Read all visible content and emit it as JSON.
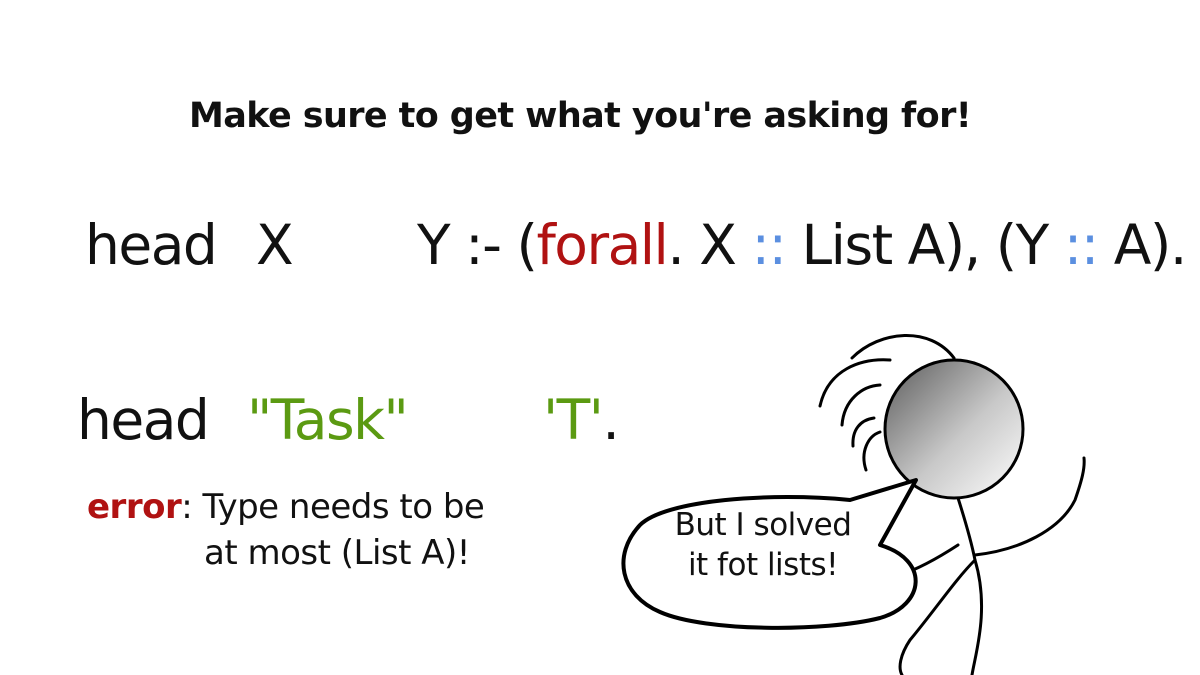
{
  "title": "Make sure to get what you're asking for!",
  "rule": {
    "predicate": "head",
    "arg1": "X",
    "arg2": "Y",
    "neck": ":-",
    "open_paren_1": "(",
    "quantifier": "forall",
    "dot": ".",
    "x_var": "X",
    "type_op_1": "::",
    "list_type": "List A),",
    "open_paren_2": "(Y",
    "type_op_2": "::",
    "elem_type": "A)."
  },
  "query": {
    "predicate": "head",
    "arg1": "\"Task\"",
    "arg2": "'T'",
    "terminator": "."
  },
  "error": {
    "keyword": "error",
    "message_line1": ": Type needs to be",
    "message_line2": "at most (List A)!"
  },
  "speech_bubble": {
    "line1": "But I solved",
    "line2": "it fot lists!"
  },
  "colors": {
    "keyword": "#b01212",
    "type_operator": "#5b8fe0",
    "literal": "#5b9a12",
    "text": "#111111"
  }
}
